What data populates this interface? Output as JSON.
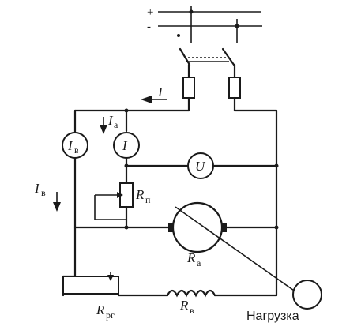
{
  "diagram": {
    "supply": {
      "plus": "+",
      "minus": "-"
    },
    "currents": {
      "line": "I",
      "armature": "I",
      "armature_sub": "a",
      "field": "I",
      "field_sub": "в"
    },
    "meters": {
      "field_ammeter": "I",
      "field_ammeter_sub": "в",
      "line_ammeter": "I",
      "voltmeter": "U"
    },
    "resistors": {
      "starting": "R",
      "starting_sub": "п",
      "armature": "R",
      "armature_sub": "a",
      "field_regulator": "R",
      "field_regulator_sub": "рг",
      "field_winding": "R",
      "field_winding_sub": "в"
    },
    "load_label": "Нагрузка"
  }
}
